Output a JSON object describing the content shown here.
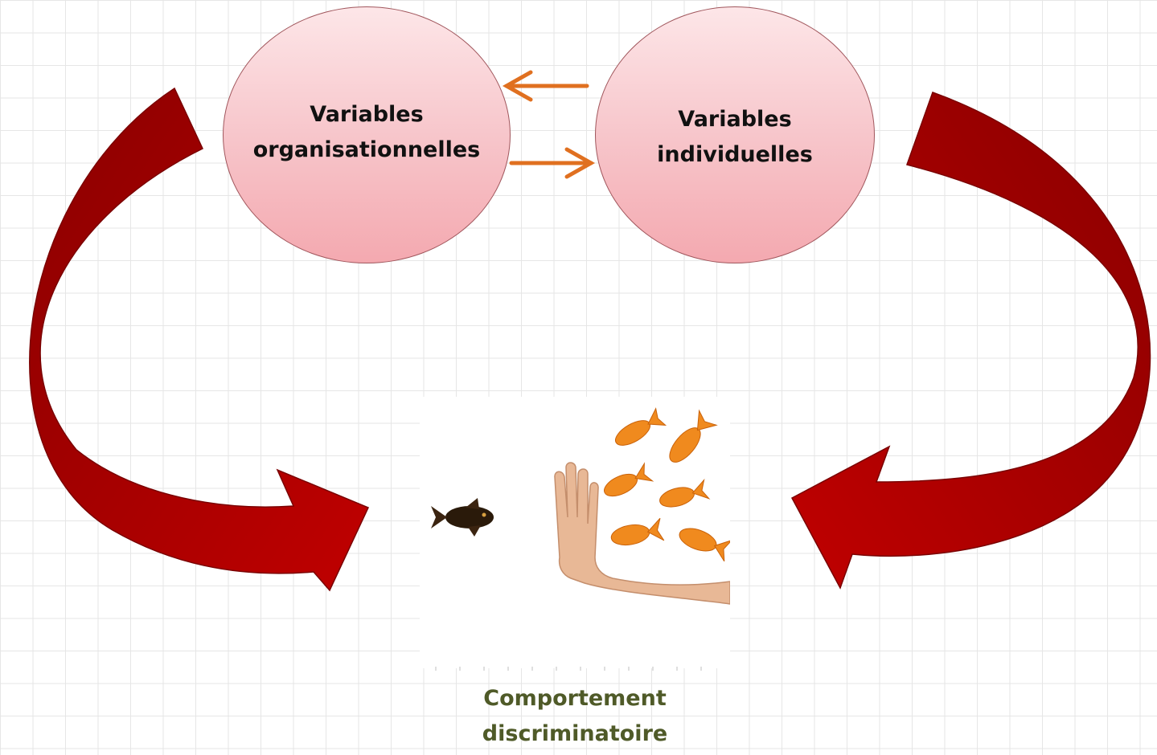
{
  "nodes": {
    "left": {
      "line1": "Variables",
      "line2": "organisationnelles"
    },
    "right": {
      "line1": "Variables",
      "line2": "individuelles"
    }
  },
  "target": {
    "line1": "Comportement",
    "line2": "discriminatoire"
  },
  "picture": {
    "subject": "fish-rejected-by-hand",
    "description_icons": [
      "black-fish-icon",
      "raised-hand-icon",
      "goldfish-group-icon"
    ]
  },
  "colors": {
    "curved_arrow": "#b00000",
    "curved_arrow_dark": "#8a0000",
    "small_arrow": "#e07020",
    "circle_fill_top": "#fde6e8",
    "circle_fill_bottom": "#f4a9b0",
    "circle_border": "#a0565c",
    "caption": "#4f5a28"
  }
}
